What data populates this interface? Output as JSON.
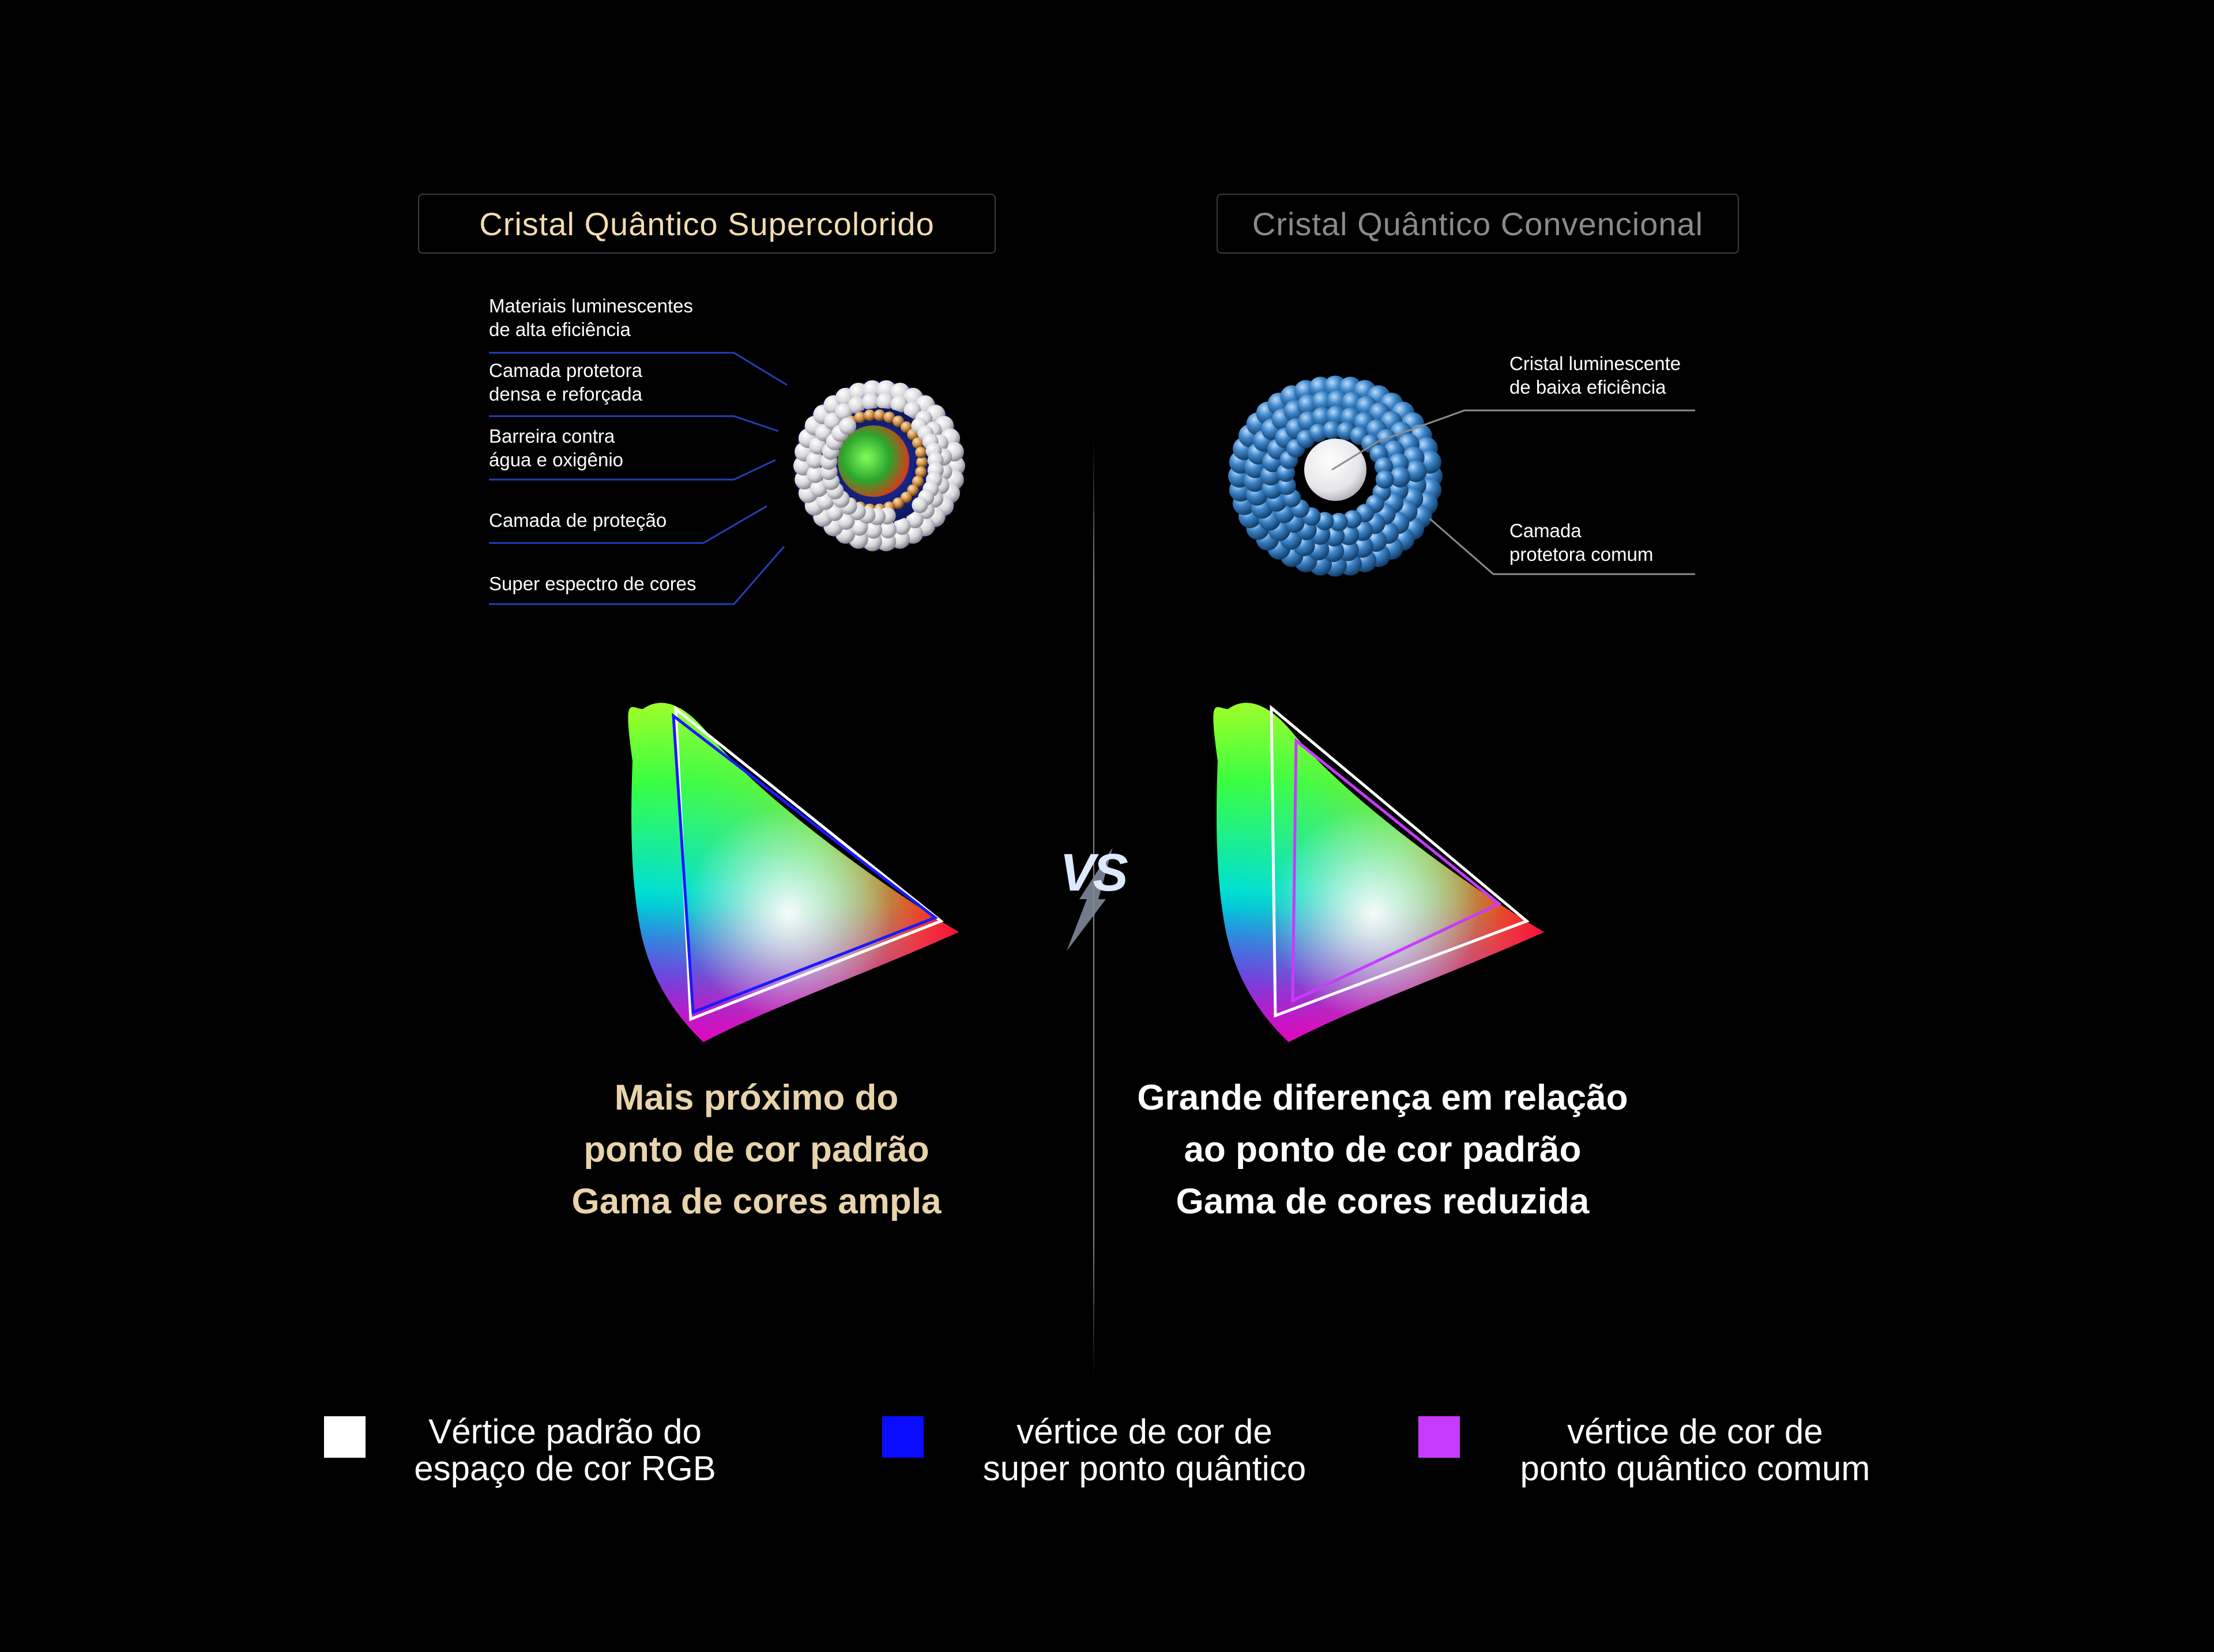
{
  "left_panel": {
    "title": "Cristal Quântico Supercolorido",
    "labels": [
      "Materiais luminescentes\nde alta eficiência",
      "Camada protetora\ndensa e reforçada",
      "Barreira contra\nágua e oxigênio",
      "Camada de proteção",
      "Super espectro de cores"
    ],
    "caption": [
      "Mais próximo do",
      "ponto de cor padrão",
      "Gama de cores ampla"
    ]
  },
  "right_panel": {
    "title": "Cristal Quântico Convencional",
    "labels": [
      "Cristal luminescente\nde baixa eficiência",
      "Camada\nprotetora comum"
    ],
    "caption": [
      "Grande diferença em relação",
      "ao ponto de cor padrão",
      "Gama de cores reduzida"
    ]
  },
  "vs_label": "VS",
  "legend": [
    {
      "text": [
        "Vértice padrão do",
        "espaço de cor RGB"
      ],
      "color": "#ffffff"
    },
    {
      "text": [
        "vértice de cor de",
        "super ponto quântico"
      ],
      "color": "#0a0cff"
    },
    {
      "text": [
        "vértice de cor de",
        "ponto quântico comum"
      ],
      "color": "#c73bff"
    }
  ],
  "colors": {
    "title_left": "#f2dcae",
    "title_right": "#8a8a8a",
    "caption_left": "#e8d3aa",
    "callout_line_left": "#2340b8",
    "callout_line_right": "#8c8c8c"
  }
}
